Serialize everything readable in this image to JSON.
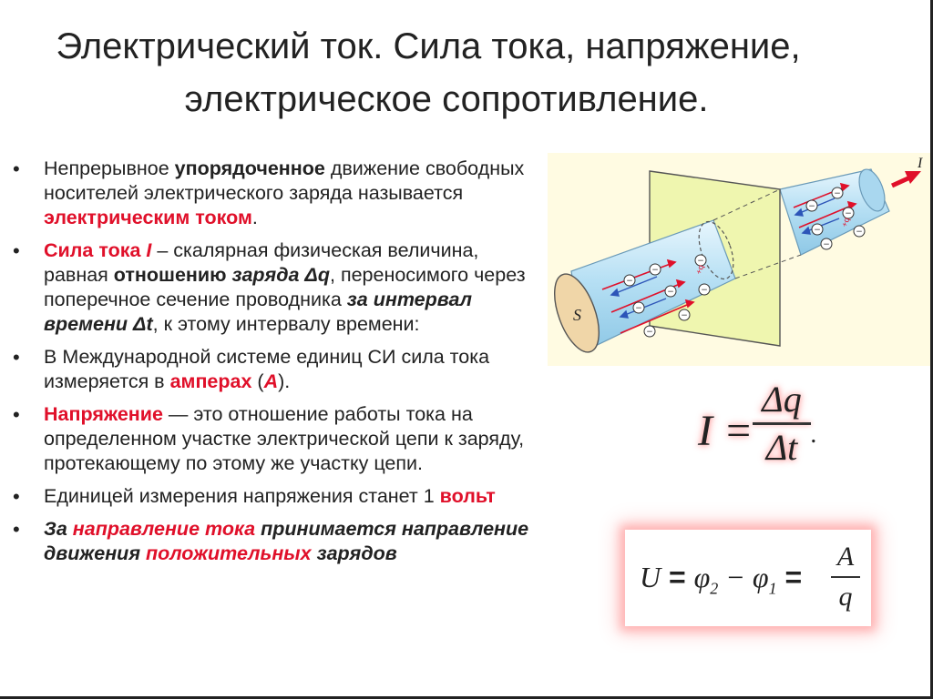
{
  "title": {
    "line1": "Электрический ток. Сила тока, напряжение,",
    "line2": "электрическое сопротивление."
  },
  "bullets": [
    {
      "t1": "Непрерывное ",
      "t2": "упорядоченное",
      "t3": " движение свободных носителей электрического заряда называется ",
      "t4": "электрическим током",
      "t5": "."
    },
    {
      "t1": "Сила тока ",
      "t2": "I",
      "t3": " – скалярная физическая величина, равная ",
      "t4": "отношению",
      "t5": " ",
      "t6": "заряда Δq",
      "t7": ", переносимого через поперечное сечение проводника ",
      "t8": "за интервал времени Δt",
      "t9": ", к этому интервалу времени:"
    },
    {
      "t1": "В Международной системе единиц СИ сила тока измеряется в ",
      "t2": "амперах",
      "t3": " (",
      "t4": "А",
      "t5": ")."
    },
    {
      "t1": "Напряжение",
      "t2": " — это отношение работы тока на определенном участке электрической цепи к заряду, протекающему по этому же участку цепи."
    },
    {
      "t1": "Единицей измерения напряжения станет 1 ",
      "t2": "вольт"
    },
    {
      "t1": "За ",
      "t2": "направление тока",
      "t3": " принимается направление движения ",
      "t4": "положительных",
      "t5": " зарядов"
    }
  ],
  "diagram": {
    "cross_section_label": "S",
    "current_label": "I",
    "charge_label": "+q",
    "electron_symbol": "⊖"
  },
  "formula_current": {
    "lhs": "I =",
    "numerator": "Δq",
    "denominator": "Δt",
    "end": "."
  },
  "formula_voltage": {
    "u": "U",
    "eq1": " = ",
    "phi2": "φ",
    "sub2": "2",
    "minus": " − ",
    "phi1": "φ",
    "sub1": "1",
    "eq2": " = ",
    "numerator": "A",
    "denominator": "q"
  },
  "colors": {
    "accent_red": "#e0102a",
    "diagram_bg": "#fffbe2",
    "conductor_blue": "#b7e0f4",
    "plane_yellow": "#ecf4a6",
    "end_cap": "#f0d6a8"
  }
}
